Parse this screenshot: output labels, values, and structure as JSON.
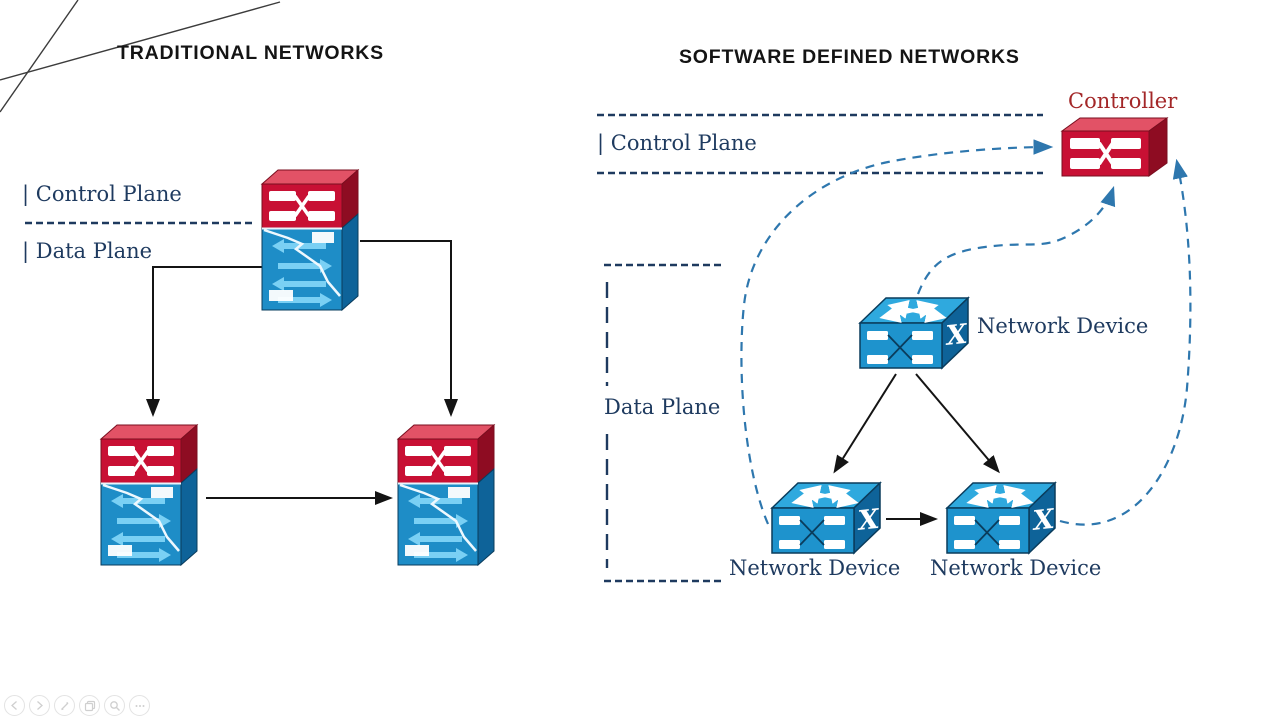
{
  "left_panel": {
    "title": "TRADITIONAL NETWORKS",
    "control_plane_label": "| Control Plane",
    "data_plane_label": "| Data Plane",
    "devices": [
      "combined-control-data-switch",
      "combined-control-data-switch",
      "combined-control-data-switch"
    ]
  },
  "right_panel": {
    "title": "SOFTWARE DEFINED NETWORKS",
    "control_plane_label": "| Control Plane",
    "data_plane_label": "Data Plane",
    "controller_label": "Controller",
    "network_device_labels": [
      "Network Device",
      "Network Device",
      "Network Device"
    ]
  },
  "toolbar": {
    "buttons": [
      {
        "name": "previous"
      },
      {
        "name": "next"
      },
      {
        "name": "pen"
      },
      {
        "name": "copy"
      },
      {
        "name": "zoom"
      },
      {
        "name": "more"
      }
    ]
  },
  "colors": {
    "navy": "#1e3a5f",
    "curve_blue": "#2e77ae",
    "title_text": "#141414",
    "red_front": "#c81034",
    "red_top": "#e25266",
    "red_side": "#8e0c22",
    "blue_front": "#1e93cd",
    "blue_top": "#2fa9de",
    "blue_side": "#0e6399",
    "combo_blue_front": "#1e8dc7",
    "arrow_light": "#7ad0f4",
    "controller_text": "#a32728",
    "toolbar_gray": "#cfcfcf"
  }
}
